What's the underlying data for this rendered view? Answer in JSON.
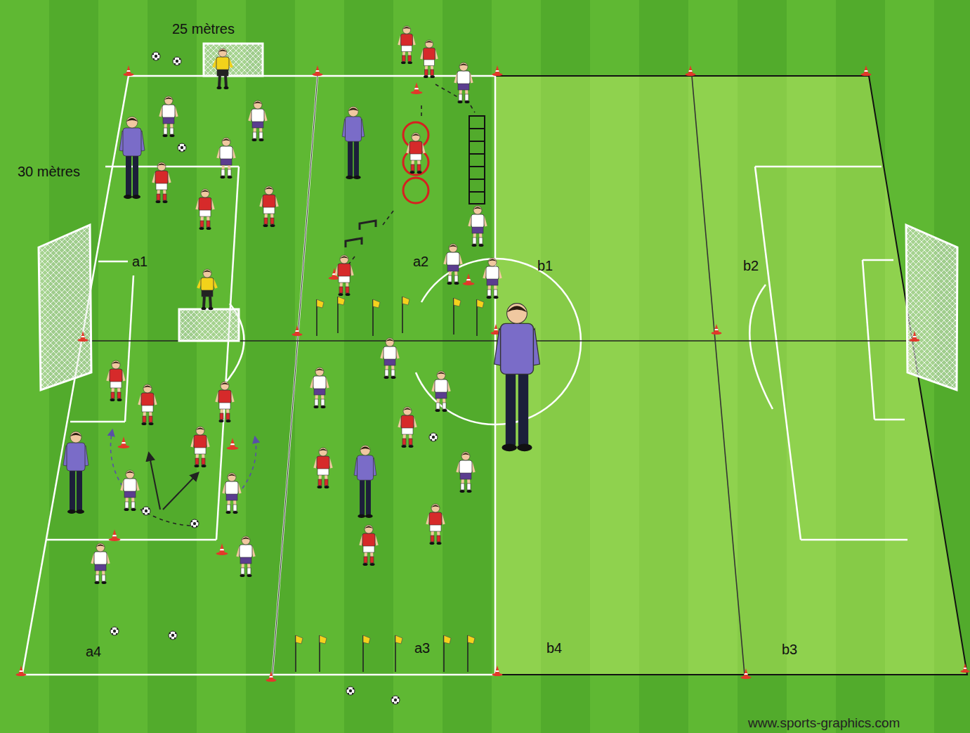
{
  "diagram": {
    "labels": [
      "25 mètres",
      "30 mètres",
      "a1",
      "a2",
      "b1",
      "b2",
      "a4",
      "a3",
      "b4",
      "b3",
      "www.sports-graphics.com"
    ]
  }
}
